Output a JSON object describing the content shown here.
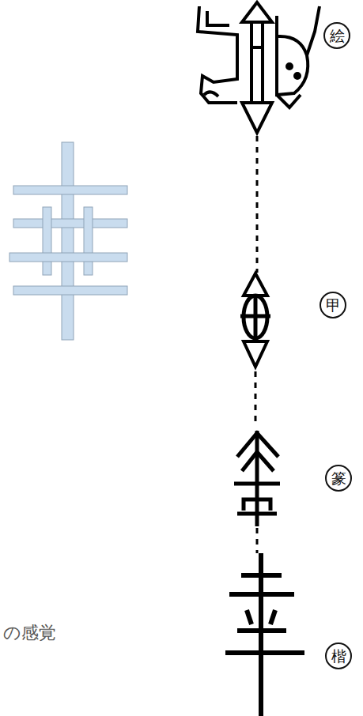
{
  "diagram": {
    "nodes": [
      {
        "text": [
          "絵"
        ]
      },
      {
        "text": [
          "甲"
        ]
      },
      {
        "text": [
          "篆"
        ]
      },
      {
        "text": [
          "楷"
        ]
      }
    ],
    "labels": [
      "の感覚"
    ]
  }
}
